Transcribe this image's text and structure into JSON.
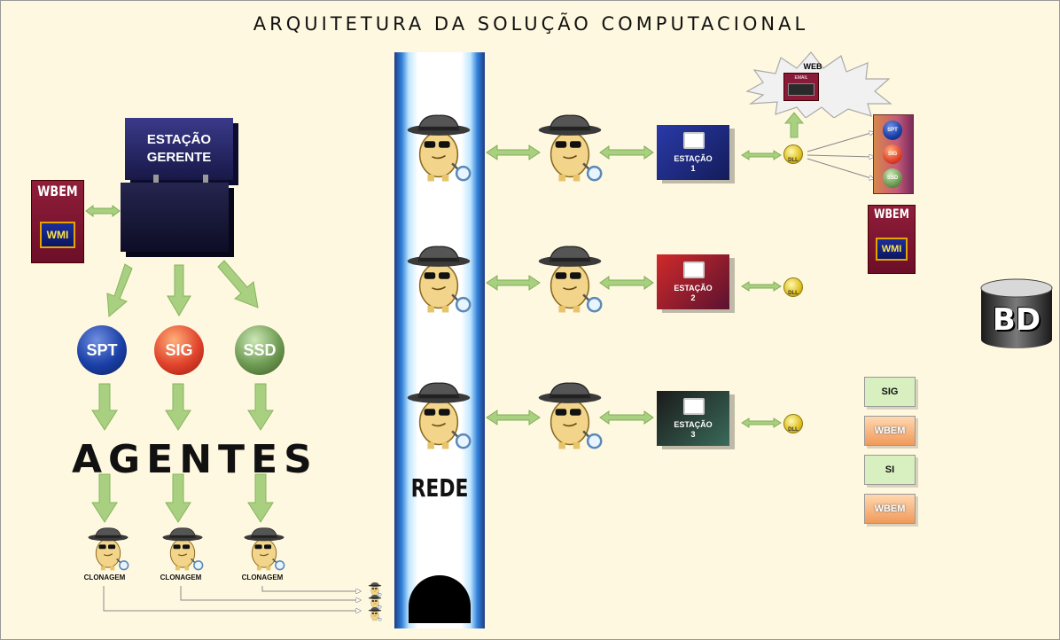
{
  "title": "ARQUITETURA DA SOLUÇÃO COMPUTACIONAL",
  "manager_station": {
    "line1": "ESTAÇÃO",
    "line2": "GERENTE"
  },
  "wbem": {
    "label": "WBEM",
    "wmi_label": "WMI"
  },
  "subsystems": [
    {
      "label": "SPT",
      "color": "#1a3fa6"
    },
    {
      "label": "SIG",
      "color": "#e0432b"
    },
    {
      "label": "SSD",
      "color": "#6d9a52"
    }
  ],
  "agents_label": "AGENTES",
  "cloning_label": "CLONAGEM",
  "network_label": "REDE",
  "stations": [
    {
      "label": "ESTAÇÃO",
      "number": "1",
      "color": "#1e2b8f"
    },
    {
      "label": "ESTAÇÃO",
      "number": "2",
      "color": "#b0232b"
    },
    {
      "label": "ESTAÇÃO",
      "number": "3",
      "color": "#1f2f2f"
    }
  ],
  "dll_label": "DLL",
  "web": {
    "label": "WEB",
    "email_label": "EMAIL"
  },
  "panel_subsystems": [
    "SPT",
    "SIG",
    "SSD"
  ],
  "right_tags": [
    {
      "label": "SIG",
      "color": "#d8f0c0"
    },
    {
      "label": "WBEM",
      "color": "#f6b07a"
    },
    {
      "label": "SI",
      "color": "#d8f0c0"
    },
    {
      "label": "WBEM",
      "color": "#f6b07a"
    }
  ],
  "database_label": "BD",
  "colors": {
    "arrow": "#a8d080",
    "background": "#fff8e0"
  }
}
